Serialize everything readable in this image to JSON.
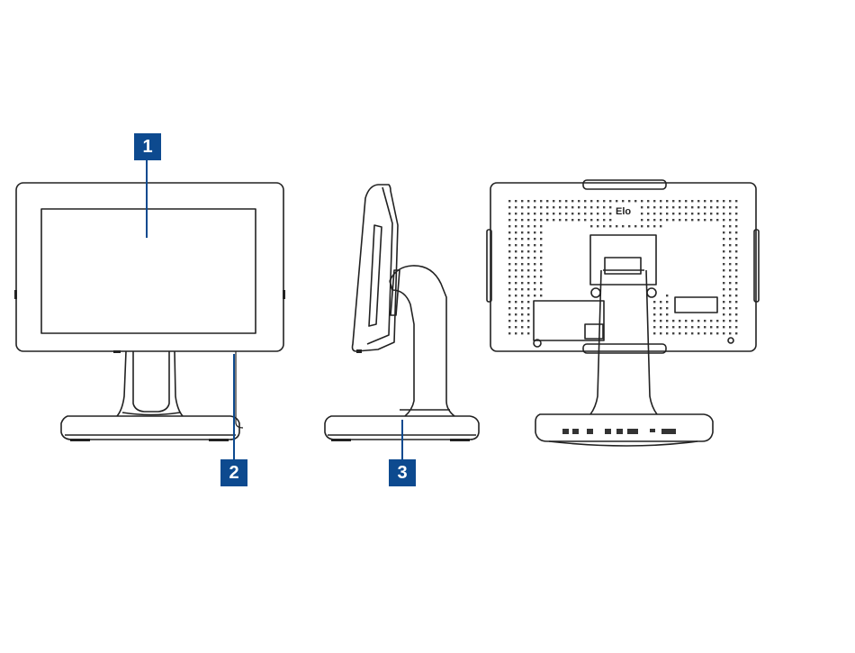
{
  "callouts": [
    {
      "number": "1"
    },
    {
      "number": "2"
    },
    {
      "number": "3"
    }
  ],
  "back_logo": "Elo",
  "colors": {
    "callout": "#0d4a8f",
    "line": "#222222",
    "screen": "#ffffff"
  }
}
